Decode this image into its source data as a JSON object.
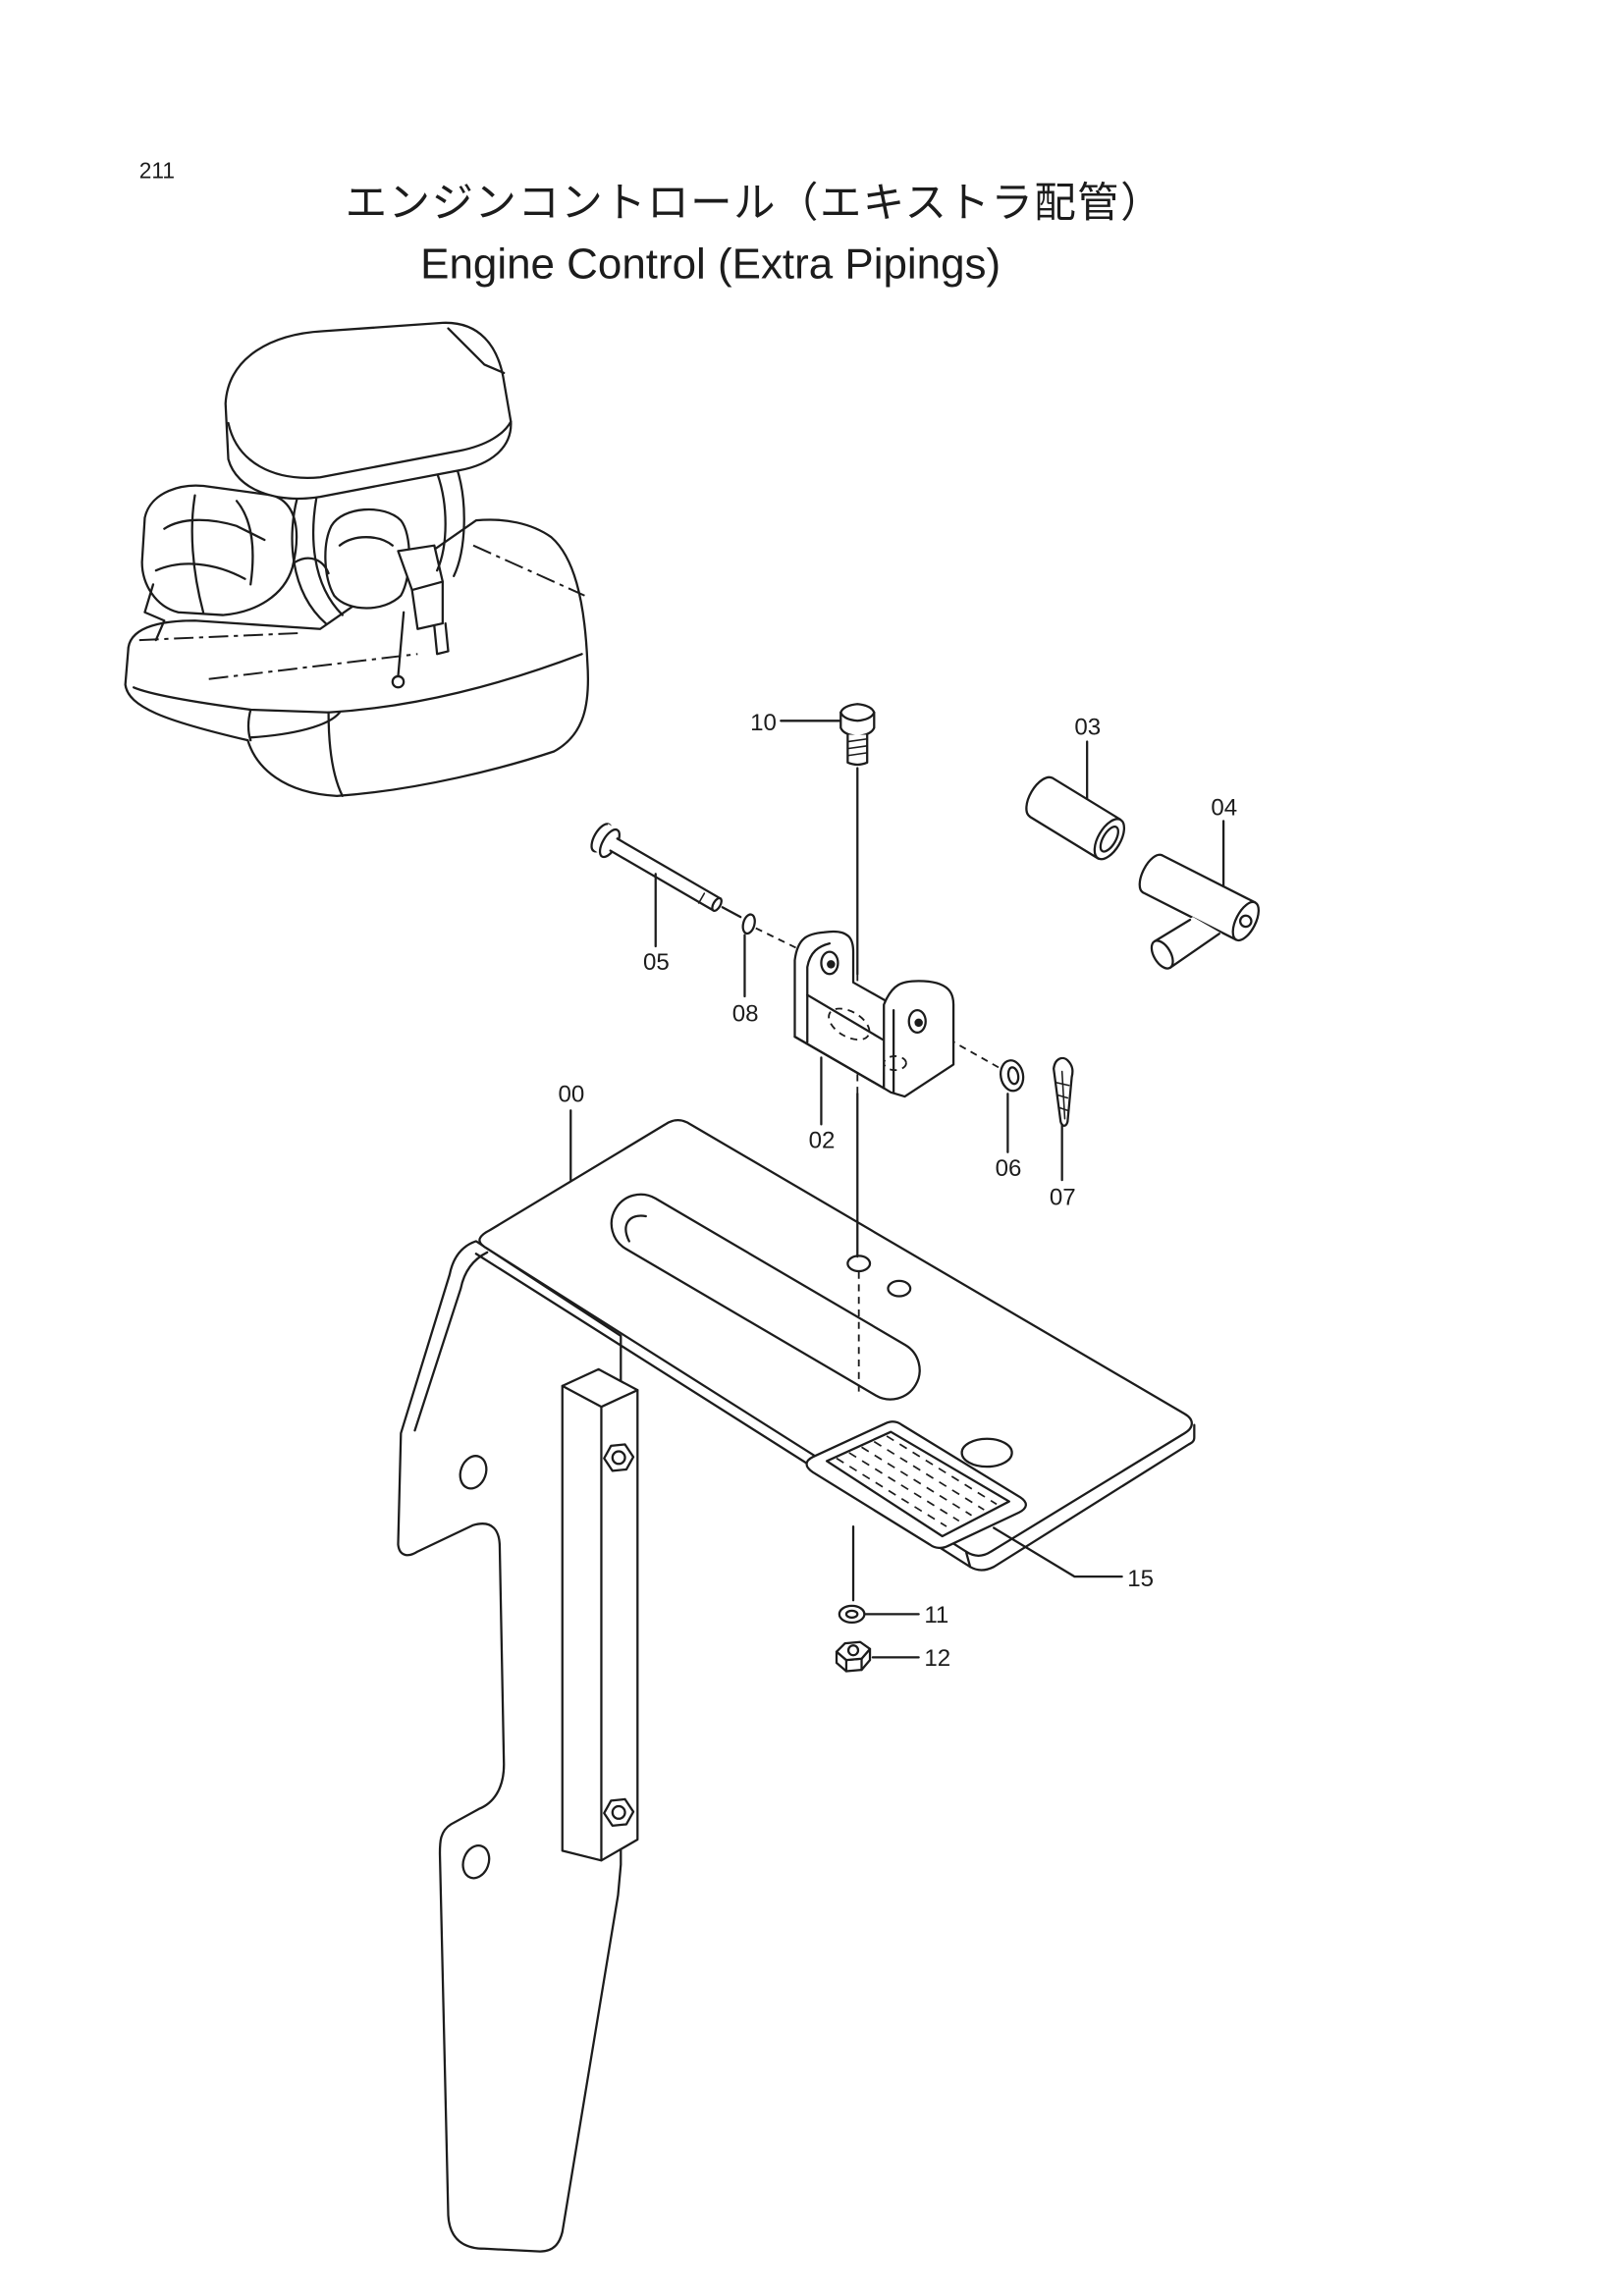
{
  "page_number": "211",
  "title_ja": "エンジンコントロール（エキストラ配管）",
  "title_en": "Engine Control (Extra Pipings)",
  "callouts": [
    "10",
    "03",
    "04",
    "05",
    "08",
    "00",
    "02",
    "06",
    "07",
    "15",
    "11",
    "12"
  ]
}
